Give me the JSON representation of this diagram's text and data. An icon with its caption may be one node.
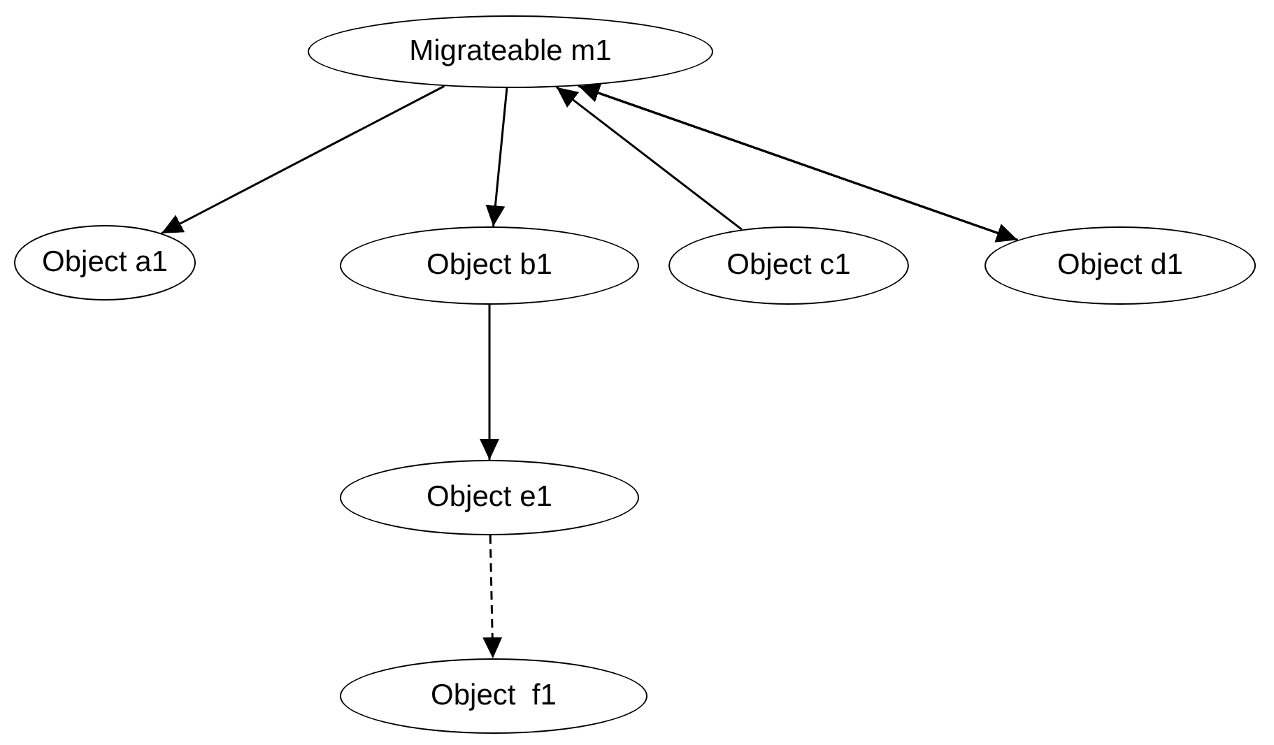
{
  "diagram": {
    "nodes": [
      {
        "text": [
          "Migrateable m1"
        ]
      },
      {
        "text": [
          "Object a1"
        ]
      },
      {
        "text": [
          "Object b1"
        ]
      },
      {
        "text": [
          "Object c1"
        ]
      },
      {
        "text": [
          "Object d1"
        ]
      },
      {
        "text": [
          "Object e1"
        ]
      },
      {
        "text": [
          "Object  f1"
        ]
      }
    ],
    "edges": [
      {
        "from": 0,
        "to": 1,
        "arrow": "to"
      },
      {
        "from": 0,
        "to": 2,
        "arrow": "to"
      },
      {
        "from": 3,
        "to": 0,
        "arrow": "to"
      },
      {
        "from": 0,
        "to": 4,
        "arrow": "to"
      },
      {
        "from": 4,
        "to": 0,
        "arrow": "to"
      },
      {
        "from": 2,
        "to": 5,
        "arrow": "to"
      },
      {
        "from": 5,
        "to": 6,
        "arrow": "to",
        "style": "dashed"
      }
    ]
  }
}
